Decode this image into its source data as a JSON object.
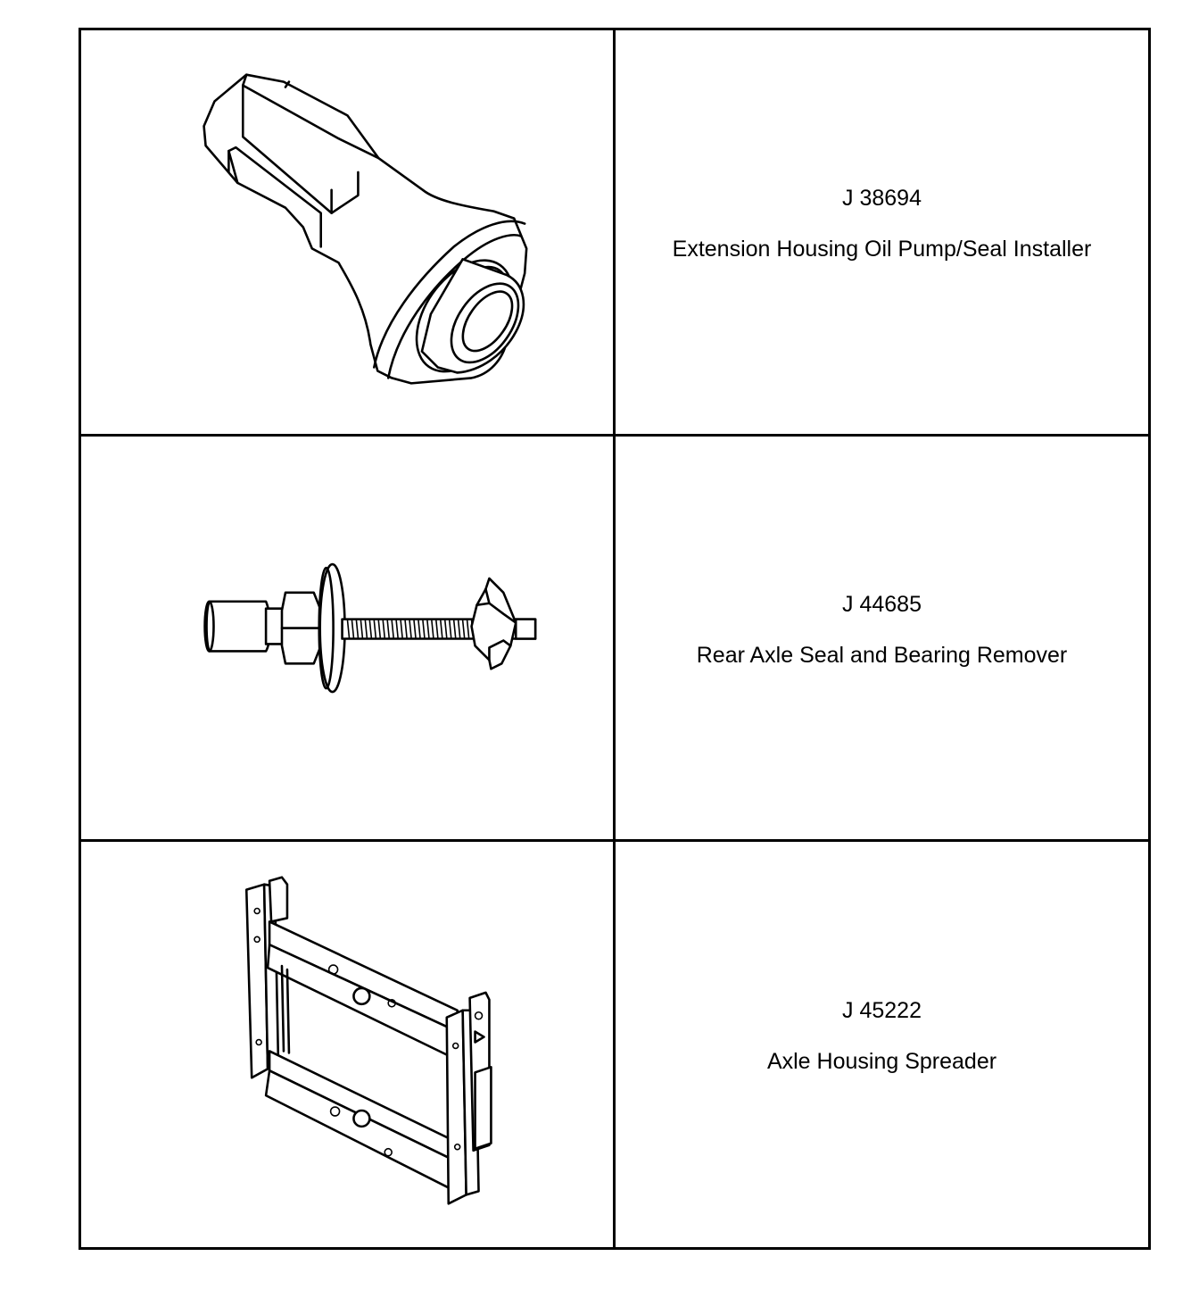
{
  "tools": [
    {
      "number": "J 38694",
      "name": "Extension Housing Oil Pump/Seal Installer",
      "icon": "seal-installer-illustration-icon"
    },
    {
      "number": "J 44685",
      "name": "Rear Axle Seal and Bearing Remover",
      "icon": "seal-bearing-remover-illustration-icon"
    },
    {
      "number": "J 45222",
      "name": "Axle Housing Spreader",
      "icon": "housing-spreader-illustration-icon"
    }
  ]
}
